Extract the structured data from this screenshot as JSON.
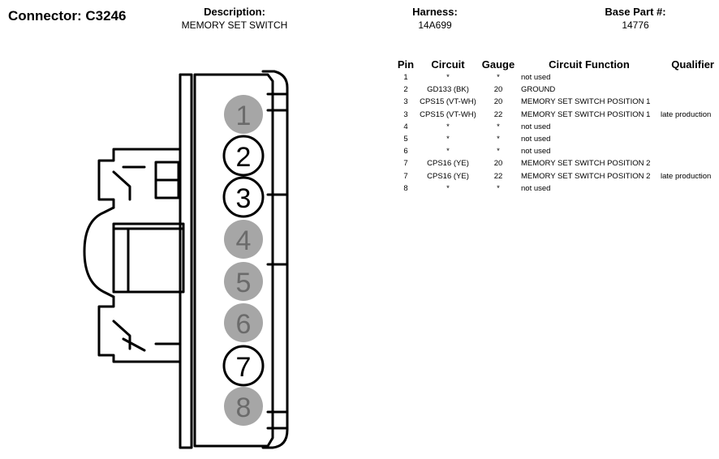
{
  "connector": {
    "title": "Connector: C3246"
  },
  "header": {
    "description_label": "Description:",
    "description_value": "MEMORY SET SWITCH",
    "harness_label": "Harness:",
    "harness_value": "14A699",
    "base_part_label": "Base Part #:",
    "base_part_value": "14776"
  },
  "diagram": {
    "pins": [
      {
        "number": "1",
        "populated": false
      },
      {
        "number": "2",
        "populated": true
      },
      {
        "number": "3",
        "populated": true
      },
      {
        "number": "4",
        "populated": false
      },
      {
        "number": "5",
        "populated": false
      },
      {
        "number": "6",
        "populated": false
      },
      {
        "number": "7",
        "populated": true
      },
      {
        "number": "8",
        "populated": false
      }
    ],
    "colors": {
      "populated_fill": "#ffffff",
      "unpopulated_fill": "#a6a6a6",
      "populated_text": "#000000",
      "unpopulated_text": "#6b6b6b",
      "outline": "#000000"
    }
  },
  "table": {
    "headers": {
      "pin": "Pin",
      "circuit": "Circuit",
      "gauge": "Gauge",
      "function": "Circuit Function",
      "qualifier": "Qualifier"
    },
    "rows": [
      {
        "pin": "1",
        "circuit": "*",
        "gauge": "*",
        "function": "not used",
        "qualifier": ""
      },
      {
        "pin": "2",
        "circuit": "GD133 (BK)",
        "gauge": "20",
        "function": "GROUND",
        "qualifier": ""
      },
      {
        "pin": "3",
        "circuit": "CPS15 (VT-WH)",
        "gauge": "20",
        "function": "MEMORY SET SWITCH POSITION 1",
        "qualifier": ""
      },
      {
        "pin": "3",
        "circuit": "CPS15 (VT-WH)",
        "gauge": "22",
        "function": "MEMORY SET SWITCH POSITION 1",
        "qualifier": "late production"
      },
      {
        "pin": "4",
        "circuit": "*",
        "gauge": "*",
        "function": "not used",
        "qualifier": ""
      },
      {
        "pin": "5",
        "circuit": "*",
        "gauge": "*",
        "function": "not used",
        "qualifier": ""
      },
      {
        "pin": "6",
        "circuit": "*",
        "gauge": "*",
        "function": "not used",
        "qualifier": ""
      },
      {
        "pin": "7",
        "circuit": "CPS16 (YE)",
        "gauge": "20",
        "function": "MEMORY SET SWITCH POSITION 2",
        "qualifier": ""
      },
      {
        "pin": "7",
        "circuit": "CPS16 (YE)",
        "gauge": "22",
        "function": "MEMORY SET SWITCH POSITION 2",
        "qualifier": "late production"
      },
      {
        "pin": "8",
        "circuit": "*",
        "gauge": "*",
        "function": "not used",
        "qualifier": ""
      }
    ]
  }
}
